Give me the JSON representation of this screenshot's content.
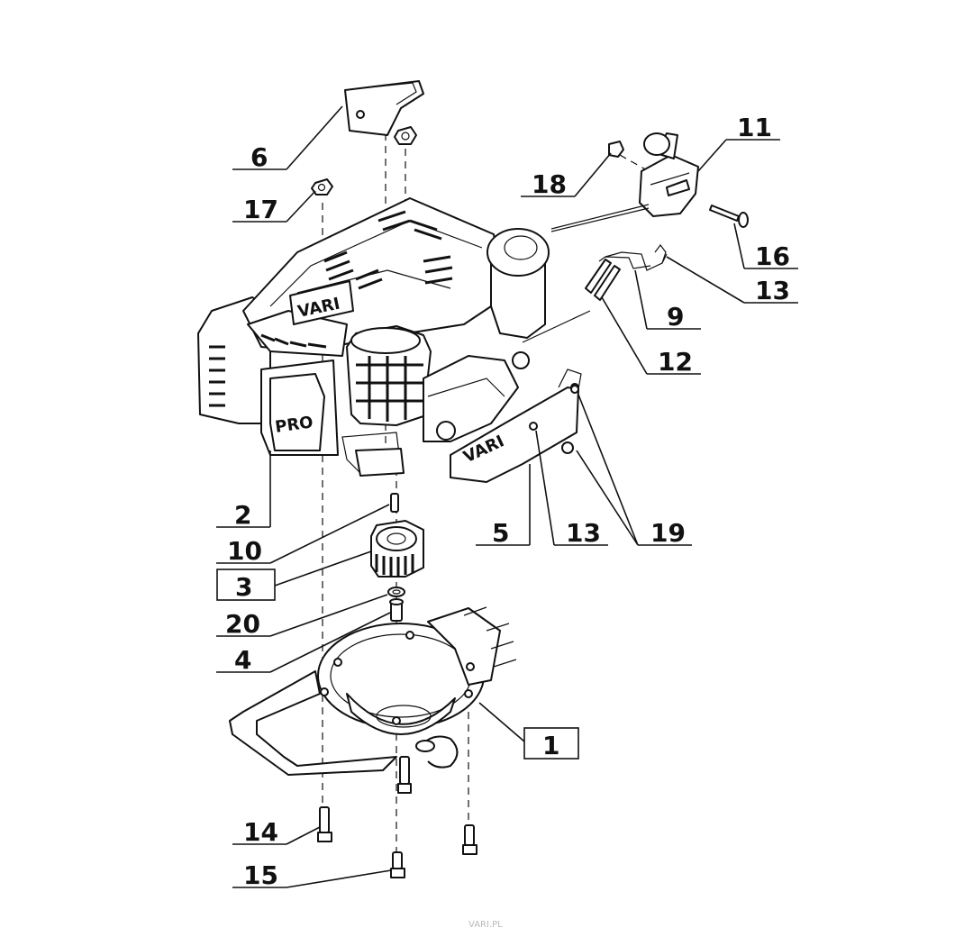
{
  "callouts": {
    "p1": "1",
    "p2": "2",
    "p3": "3",
    "p4": "4",
    "p5": "5",
    "p6": "6",
    "p9": "9",
    "p10": "10",
    "p11": "11",
    "p12": "12",
    "p13a": "13",
    "p13b": "13",
    "p14": "14",
    "p15": "15",
    "p16": "16",
    "p17": "17",
    "p18": "18",
    "p19": "19",
    "p20": "20"
  },
  "labels": {
    "engine_brand": "VARI",
    "pro_badge": "PRO",
    "footer": "VARI.PL"
  },
  "boxed_callouts": [
    "1",
    "3"
  ]
}
